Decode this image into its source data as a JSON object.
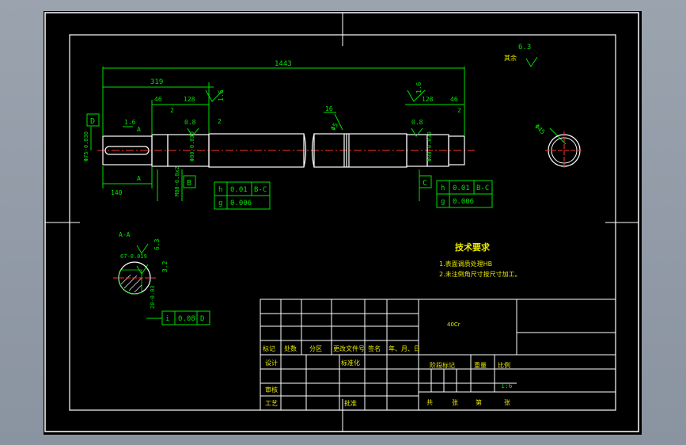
{
  "dimensions": {
    "overall_length": "1443",
    "left_section": "319",
    "left_step": "46",
    "left_bearing": "128",
    "left_chamfer_a": "2",
    "left_chamfer_b": "2",
    "keyway_length": "140",
    "angle_tag": "1.6",
    "roughness_a": "1.6",
    "roughness_b": "0.8",
    "groove_width": "16",
    "groove_depth": "Φ5",
    "right_bearing": "128",
    "right_step": "46",
    "right_chamfer": "2",
    "roughness_c": "1.6",
    "roughness_d": "0.8",
    "left_diam_tol": "Φ75-0.030",
    "mid_diam_tol": "Φ80-0.030",
    "thread_spec": "M80-6.0x2",
    "right_diam_tol": "Φ80-0.030",
    "section_diam": "Φ45",
    "section_label": "A-A",
    "section_width": "67-0.019",
    "section_depth": "20-0.03",
    "section_rough_1": "6.3",
    "section_rough_2": "3.2",
    "general_rough": "6.3",
    "general_rough_note": "其余"
  },
  "datums": {
    "d": "D",
    "b": "B",
    "c": "C",
    "a": "A",
    "a2": "A"
  },
  "tolerances": {
    "left": [
      [
        "h",
        "0.01",
        "B-C"
      ],
      [
        "g",
        "0.006",
        ""
      ]
    ],
    "right": [
      [
        "h",
        "0.01",
        "B-C"
      ],
      [
        "g",
        "0.006",
        ""
      ]
    ],
    "section": [
      "i",
      "0.08",
      "D"
    ]
  },
  "notes": {
    "title": "技术要求",
    "line1": "1.表面调质处理HB",
    "line2": "2.未注倒角尺寸按尺寸加工。"
  },
  "title_block": {
    "revision_headers": [
      "标记",
      "处数",
      "分区",
      "更改文件号",
      "签名",
      "年、月、日"
    ],
    "material": "40Cr",
    "design": "设计",
    "standardize": "标准化",
    "review": "审核",
    "process": "工艺",
    "approve": "批准",
    "stage_mark": "阶段标记",
    "weight": "重量",
    "scale_label": "比例",
    "scale": "1:6",
    "total": "共",
    "sheets": "张",
    "sheet_no": "第",
    "sheet_unit": "张"
  }
}
